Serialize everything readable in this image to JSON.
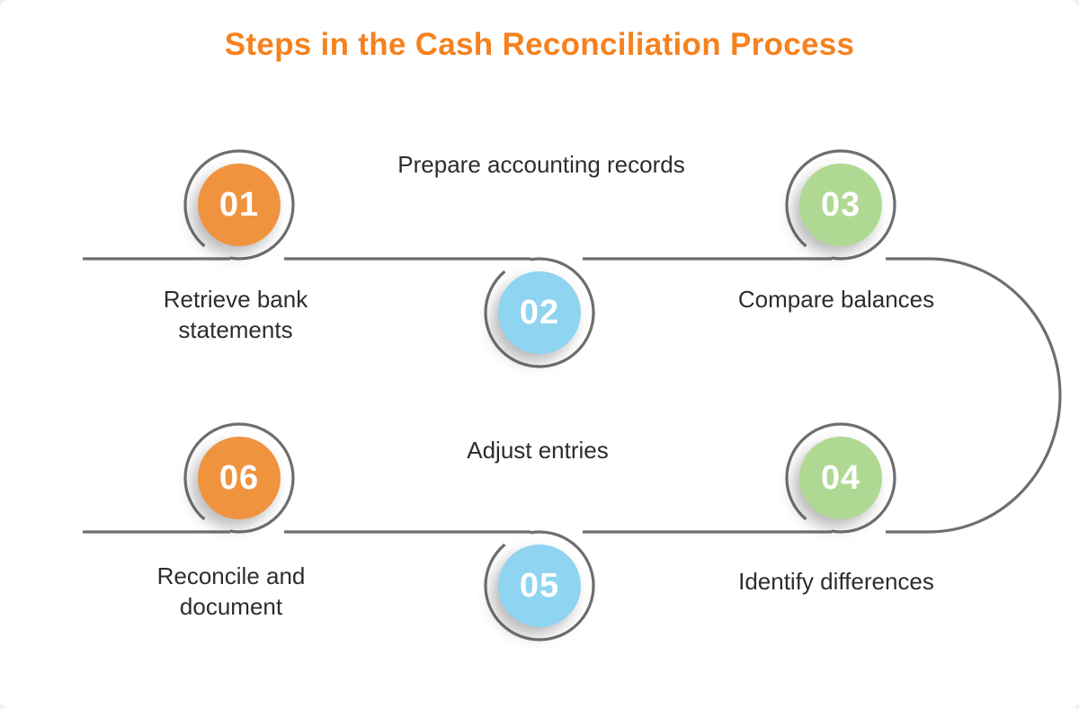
{
  "title": "Steps in the Cash Reconciliation Process",
  "steps": [
    {
      "number": "01",
      "label": "Retrieve bank statements",
      "color": "#f0933f"
    },
    {
      "number": "02",
      "label": "Prepare accounting records",
      "color": "#8fd4f1"
    },
    {
      "number": "03",
      "label": "Compare balances",
      "color": "#afd992"
    },
    {
      "number": "04",
      "label": "Identify differences",
      "color": "#afd992"
    },
    {
      "number": "05",
      "label": "Adjust entries",
      "color": "#8fd4f1"
    },
    {
      "number": "06",
      "label": "Reconcile and document",
      "color": "#f0933f"
    }
  ],
  "colors": {
    "title": "#f5821f",
    "flow_line": "#6e6e6e",
    "label_text": "#2d2d2d",
    "badge_orange": "#f0933f",
    "badge_blue": "#8fd4f1",
    "badge_green": "#afd992",
    "background": "#ffffff"
  }
}
